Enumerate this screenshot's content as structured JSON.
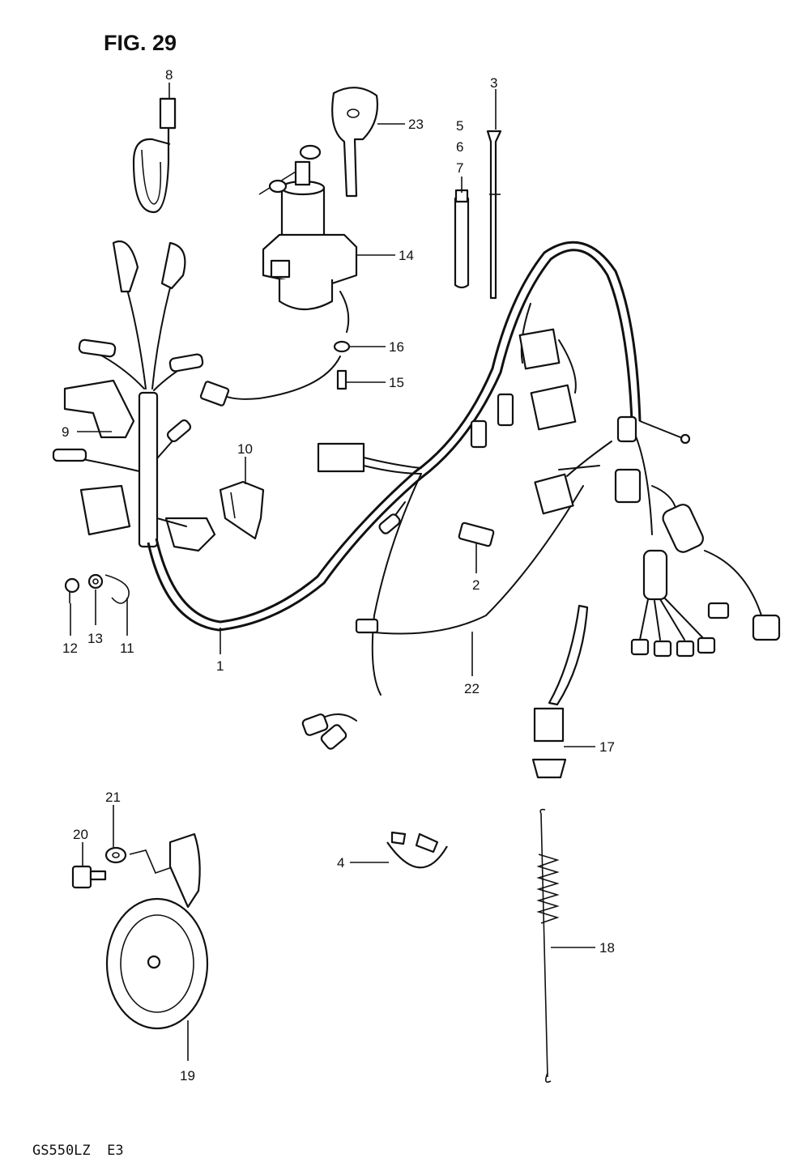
{
  "figure": {
    "title": "FIG. 29",
    "model_code": "GS550LZ  E3"
  },
  "callouts": [
    {
      "id": "c1",
      "label": "1"
    },
    {
      "id": "c2",
      "label": "2"
    },
    {
      "id": "c3",
      "label": "3"
    },
    {
      "id": "c4",
      "label": "4"
    },
    {
      "id": "c5",
      "label": "5"
    },
    {
      "id": "c6",
      "label": "6"
    },
    {
      "id": "c7",
      "label": "7"
    },
    {
      "id": "c8",
      "label": "8"
    },
    {
      "id": "c9",
      "label": "9"
    },
    {
      "id": "c10",
      "label": "10"
    },
    {
      "id": "c11",
      "label": "11"
    },
    {
      "id": "c12",
      "label": "12"
    },
    {
      "id": "c13",
      "label": "13"
    },
    {
      "id": "c14",
      "label": "14"
    },
    {
      "id": "c15",
      "label": "15"
    },
    {
      "id": "c16",
      "label": "16"
    },
    {
      "id": "c17",
      "label": "17"
    },
    {
      "id": "c18",
      "label": "18"
    },
    {
      "id": "c19",
      "label": "19"
    },
    {
      "id": "c20",
      "label": "20"
    },
    {
      "id": "c21",
      "label": "21"
    },
    {
      "id": "c22",
      "label": "22"
    },
    {
      "id": "c23",
      "label": "23"
    }
  ]
}
